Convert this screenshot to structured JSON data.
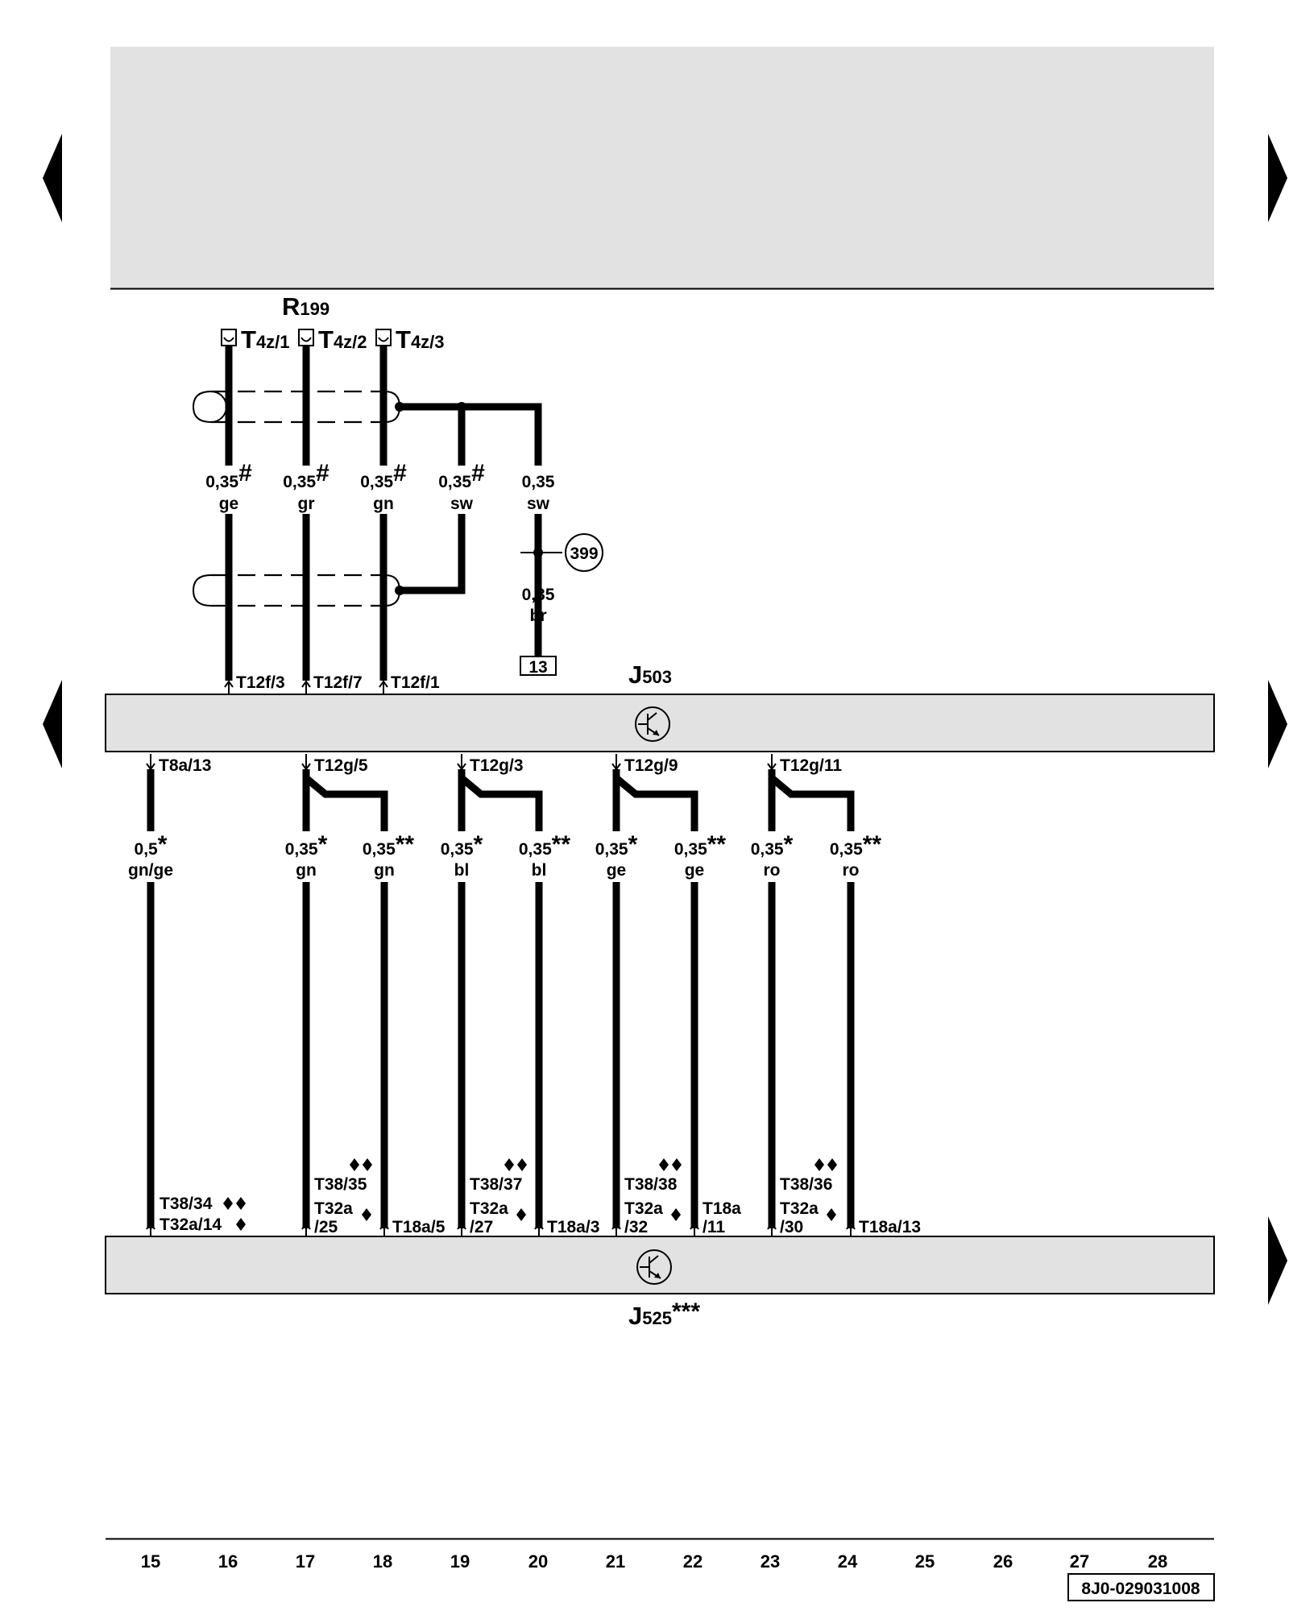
{
  "components": {
    "r199": {
      "letter": "R",
      "sub": "199"
    },
    "j503": {
      "letter": "J",
      "sub": "503"
    },
    "j525": {
      "letter": "J",
      "sub": "525",
      "suffix": "***"
    }
  },
  "connectors_top": [
    {
      "letter": "T",
      "sub": "4z/1"
    },
    {
      "letter": "T",
      "sub": "4z/2"
    },
    {
      "letter": "T",
      "sub": "4z/3"
    }
  ],
  "upper_wires": [
    {
      "size": "0,35",
      "mark": "#",
      "color": "ge"
    },
    {
      "size": "0,35",
      "mark": "#",
      "color": "gr"
    },
    {
      "size": "0,35",
      "mark": "#",
      "color": "gn"
    },
    {
      "size": "0,35",
      "mark": "#",
      "color": "sw"
    },
    {
      "size": "0,35",
      "mark": "",
      "color": "sw"
    }
  ],
  "br_wire": {
    "size": "0,35",
    "color": "br"
  },
  "ref_399": "399",
  "ref_13": "13",
  "j503_top_pins": [
    "T12f/3",
    "T12f/7",
    "T12f/1"
  ],
  "j503_bottom_pins": [
    "T8a/13",
    "T12g/5",
    "T12g/3",
    "T12g/9",
    "T12g/11"
  ],
  "lower_wires": [
    {
      "size": "0,5",
      "mark": "*",
      "color": "gn/ge"
    },
    {
      "size": "0,35",
      "mark": "*",
      "color": "gn"
    },
    {
      "size": "0,35",
      "mark": "**",
      "color": "gn"
    },
    {
      "size": "0,35",
      "mark": "*",
      "color": "bl"
    },
    {
      "size": "0,35",
      "mark": "**",
      "color": "bl"
    },
    {
      "size": "0,35",
      "mark": "*",
      "color": "ge"
    },
    {
      "size": "0,35",
      "mark": "**",
      "color": "ge"
    },
    {
      "size": "0,35",
      "mark": "*",
      "color": "ro"
    },
    {
      "size": "0,35",
      "mark": "**",
      "color": "ro"
    }
  ],
  "j525_pins": {
    "w15": {
      "t38": "T38/34",
      "t32": "T32a/14"
    },
    "w17": {
      "t38": "T38/35",
      "t32a": "T32a",
      "t32b": "/25"
    },
    "w18": "T18a/5",
    "w19": {
      "t38": "T38/37",
      "t32a": "T32a",
      "t32b": "/27"
    },
    "w20": "T18a/3",
    "w21": {
      "t38": "T38/38",
      "t32a": "T32a",
      "t32b": "/32"
    },
    "w22": {
      "a": "T18a",
      "b": "/11"
    },
    "w23": {
      "t38": "T38/36",
      "t32a": "T32a",
      "t32b": "/30"
    },
    "w24": "T18a/13"
  },
  "footer_numbers": [
    "15",
    "16",
    "17",
    "18",
    "19",
    "20",
    "21",
    "22",
    "23",
    "24",
    "25",
    "26",
    "27",
    "28"
  ],
  "doc_code": "8J0-029031008",
  "colors": {
    "line": "#000000",
    "panel": "#e2e2e2",
    "background": "#ffffff"
  }
}
